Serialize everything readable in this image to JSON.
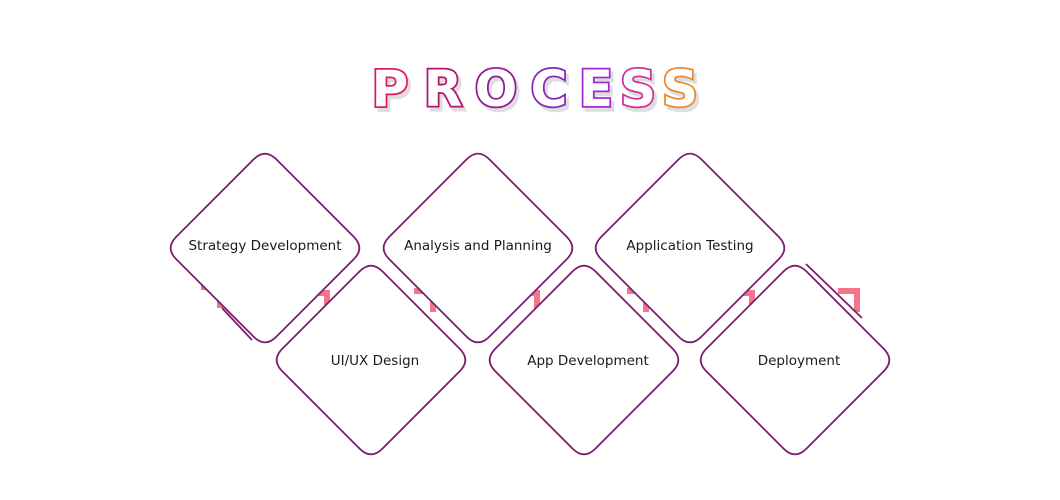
{
  "title": {
    "letters": [
      "P",
      "R",
      "O",
      "C",
      "E",
      "S",
      "S"
    ],
    "colors": [
      "#e3175b",
      "#b3126d",
      "#8e1a8c",
      "#8524b5",
      "#a12ad6",
      "#cf2f9c",
      "#e88a2d"
    ]
  },
  "steps": [
    {
      "label": "Strategy Development",
      "row": "top"
    },
    {
      "label": "UI/UX Design",
      "row": "bottom"
    },
    {
      "label": "Analysis and Planning",
      "row": "top"
    },
    {
      "label": "App Development",
      "row": "bottom"
    },
    {
      "label": "Application Testing",
      "row": "top"
    },
    {
      "label": "Deployment",
      "row": "bottom"
    }
  ],
  "colors": {
    "outline": "#7a1f6e",
    "accent": "#f2758a",
    "text": "#1a1a1a"
  }
}
